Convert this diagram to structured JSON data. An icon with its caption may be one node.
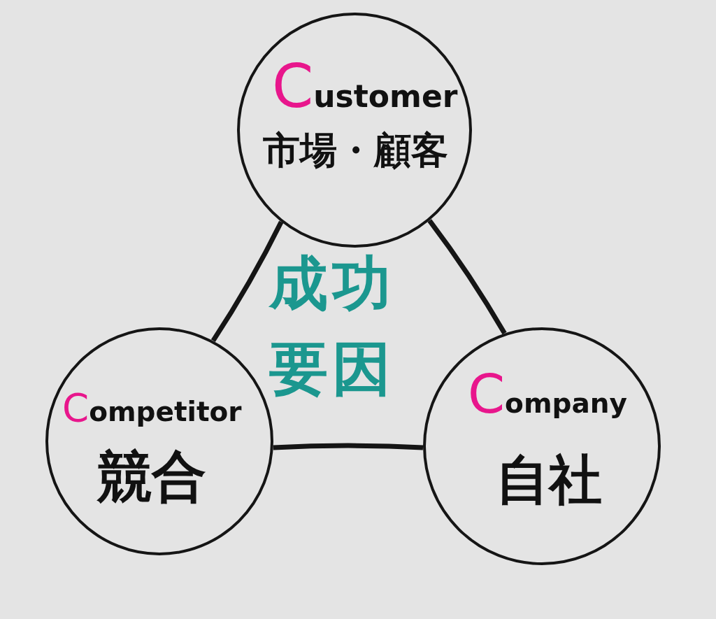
{
  "diagram": {
    "nodes": [
      {
        "text": [
          "Customer",
          "市場・顧客"
        ]
      },
      {
        "text": [
          "Competitor",
          "競合"
        ]
      },
      {
        "text": [
          "Company",
          "自社"
        ]
      }
    ],
    "edges": [
      {
        "from": 0,
        "to": 1,
        "arrow": "none"
      },
      {
        "from": 0,
        "to": 2,
        "arrow": "none"
      },
      {
        "from": 1,
        "to": 2,
        "arrow": "none"
      }
    ],
    "labels": [
      "成功要因"
    ]
  }
}
